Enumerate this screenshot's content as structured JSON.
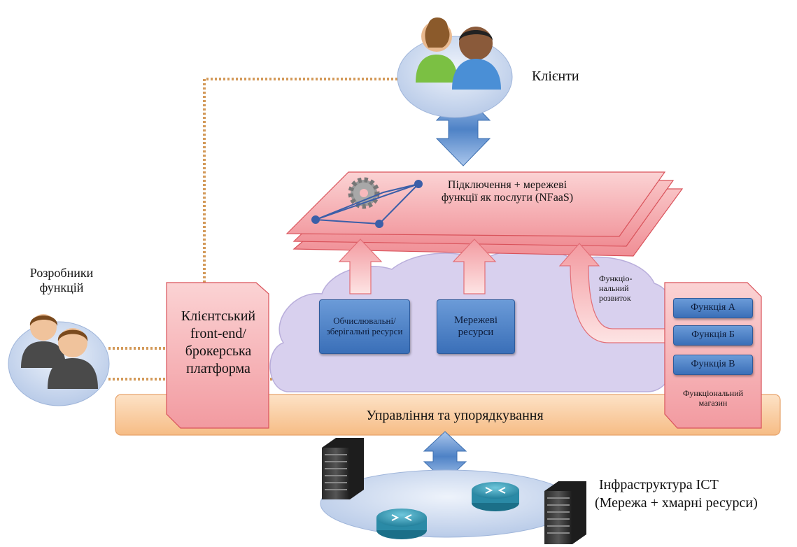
{
  "clients": {
    "label": "Клієнти"
  },
  "nfaas": {
    "title": "Підключення + мережеві функції як послуги (NFaaS)"
  },
  "resources": {
    "compute": "Обчислювальні/ зберігальні ресурси",
    "network": "Мережеві ресурси"
  },
  "dev": {
    "label": "Функціо-нальний розвиток"
  },
  "store": {
    "functions": [
      "Функція А",
      "Функція Б",
      "Функція В"
    ],
    "label": "Функціональний магазин"
  },
  "front_end": {
    "label": "Клієнтський front-end/ брокерська платформа"
  },
  "developers": {
    "label": "Розробники функцій"
  },
  "orchestration": {
    "label": "Управління та упорядкування"
  },
  "infrastructure": {
    "line1": "Інфраструктура ІСТ",
    "line2": "(Мережа + хмарні ресурси)"
  },
  "colors": {
    "pink": "#f6a9ac",
    "pink_dark": "#d9535b",
    "blue": "#4a7fc4",
    "cloud": "#d8d0ee",
    "orchestration_bar": "#f8c89a",
    "dotted_line": "#d39a5a"
  },
  "icons": {
    "clients": "people-icon",
    "developers": "people-icon",
    "gear": "gear-icon",
    "server": "server-icon",
    "router": "router-icon"
  }
}
